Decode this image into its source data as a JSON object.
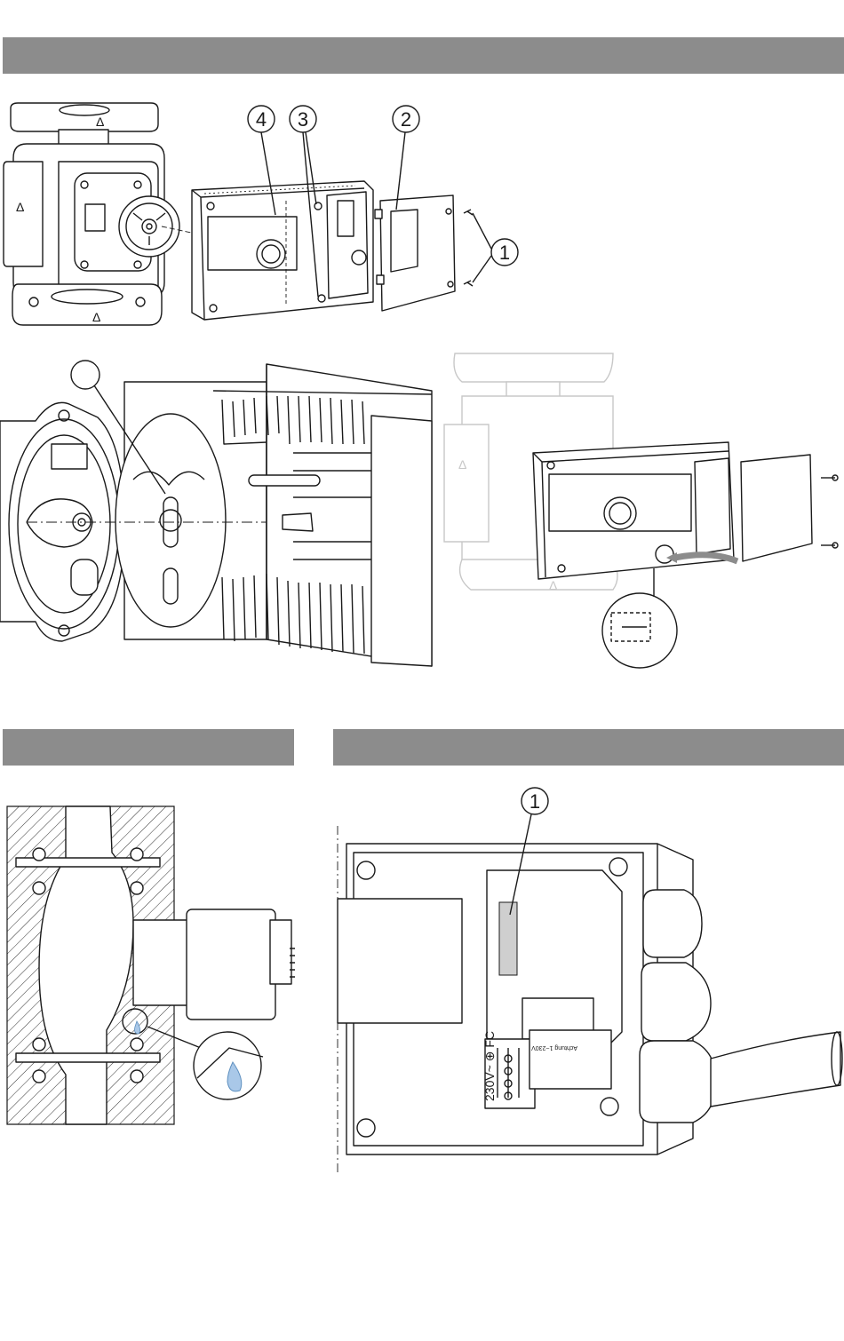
{
  "header_bars": [
    {
      "id": "fig-top",
      "text": ""
    },
    {
      "id": "fig-left",
      "text": ""
    },
    {
      "id": "fig-right",
      "text": ""
    }
  ],
  "figures": {
    "exploded_view": {
      "callouts": [
        "1",
        "2",
        "3",
        "4"
      ]
    },
    "terminal_box": {
      "callouts": [
        "1"
      ],
      "terminal_label": "230V~ ⊕ FC",
      "small_label": "Achtung 1~230V"
    },
    "marker_symbol": "Δ"
  }
}
